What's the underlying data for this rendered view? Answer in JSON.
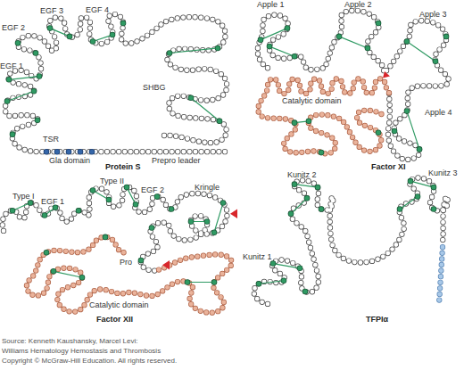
{
  "diagram": {
    "labels": [
      "EGF 3",
      "EGF 4",
      "EGF 2",
      "EGF 1",
      "TSR",
      "SHBG",
      "Gla domain",
      "Prepro leader",
      "Protein S",
      "Apple 1",
      "Apple 2",
      "Apple 3",
      "Apple 4",
      "Catalytic domain",
      "Factor XI",
      "Type II",
      "Type I",
      "EGF 1",
      "EGF 2",
      "Kringle",
      "Pro",
      "Catalytic domain",
      "Factor XII",
      "Kunitz 2",
      "Kunitz 3",
      "Kunitz 1",
      "TFPIα",
      "Source: Kenneth Kaushansky, Marcel Levi:",
      "Williams Hematology Hemostasis and Thrombosis",
      "Copyright © McGraw-Hill Education. All rights reserved."
    ]
  }
}
